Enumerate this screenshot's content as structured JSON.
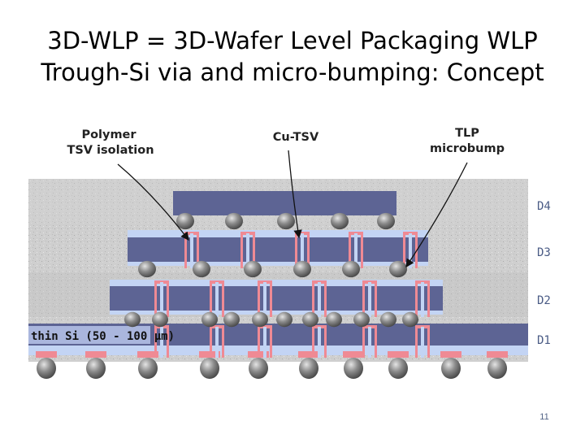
{
  "slide": {
    "title_line1": "3D-WLP = 3D-Wafer Level Packaging WLP",
    "title_line2": "Trough-Si via and micro-bumping: Concept",
    "page_number": "11"
  },
  "diagram": {
    "callouts": {
      "polymer_line1": "Polymer",
      "polymer_line2": "TSV isolation",
      "cu_tsv": "Cu-TSV",
      "tlp_line1": "TLP",
      "tlp_line2": "microbump"
    },
    "die_labels": [
      "D4",
      "D3",
      "D2",
      "D1"
    ],
    "thin_si_label": "thin Si (50 - 100 µm)"
  },
  "colors": {
    "die": "#5d6494",
    "polymer": "#c3d4f4",
    "copper_pad": "#ef8a94",
    "bump": "#8a8a8a",
    "background": "#cfcfcf",
    "label": "#4a5b85"
  }
}
